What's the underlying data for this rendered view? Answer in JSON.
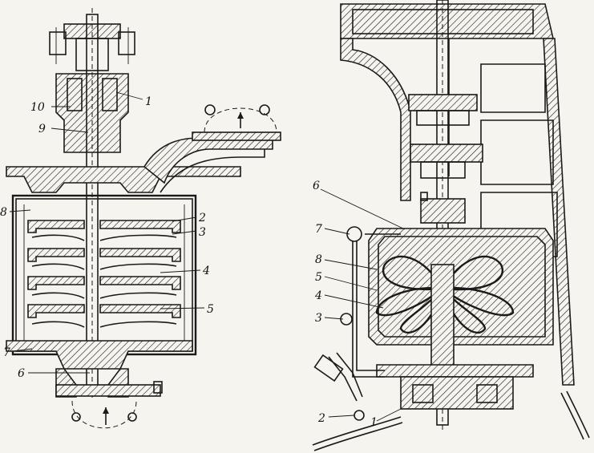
{
  "left_figure": {
    "callouts": [
      {
        "id": "1",
        "text": "1"
      },
      {
        "id": "2",
        "text": "2"
      },
      {
        "id": "3",
        "text": "3"
      },
      {
        "id": "4",
        "text": "4"
      },
      {
        "id": "5",
        "text": "5"
      },
      {
        "id": "6",
        "text": "6"
      },
      {
        "id": "7",
        "text": "7"
      },
      {
        "id": "8",
        "text": "8"
      },
      {
        "id": "9",
        "text": "9"
      },
      {
        "id": "10",
        "text": "10"
      }
    ]
  },
  "right_figure": {
    "callouts": [
      {
        "id": "1",
        "text": "1"
      },
      {
        "id": "2",
        "text": "2"
      },
      {
        "id": "3",
        "text": "3"
      },
      {
        "id": "4",
        "text": "4"
      },
      {
        "id": "5",
        "text": "5"
      },
      {
        "id": "6",
        "text": "6"
      },
      {
        "id": "7",
        "text": "7"
      },
      {
        "id": "8",
        "text": "8"
      }
    ]
  }
}
